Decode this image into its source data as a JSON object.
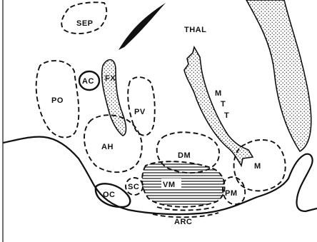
{
  "diagram": {
    "labels": {
      "sep": "SEP",
      "thal": "THAL",
      "ac": "AC",
      "fx": "FX",
      "po": "PO",
      "pv": "PV",
      "mtt": [
        "M",
        "T",
        "T"
      ],
      "ah": "AH",
      "dm": "DM",
      "m": "M",
      "vm": "VM",
      "sc": "SC",
      "oc": "OC",
      "pm": "PM",
      "arc": "ARC"
    }
  }
}
